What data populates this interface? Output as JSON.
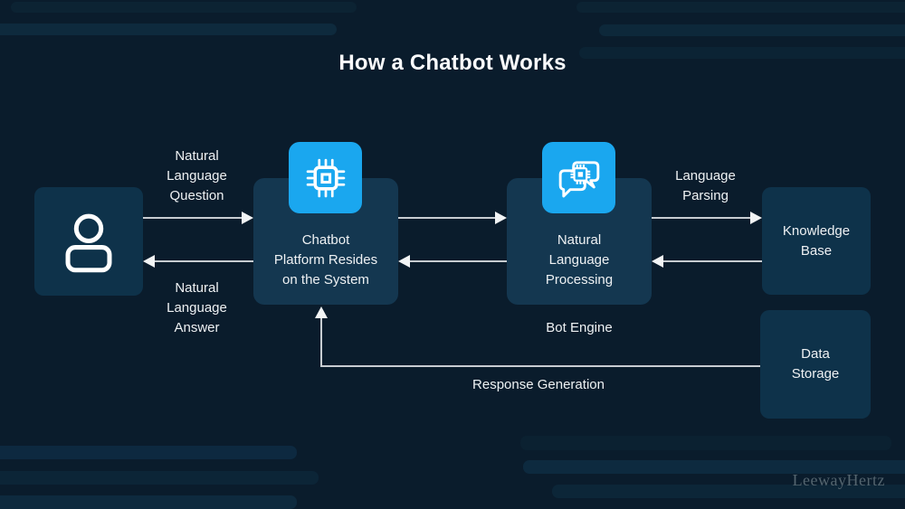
{
  "title": "How a Chatbot Works",
  "watermark": "LeewayHertz",
  "colors": {
    "background": "#0a1c2c",
    "node_fill_dark": "#0e324a",
    "node_fill_light": "#143750",
    "icon_accent": "#1aa7ef",
    "arrow_line": "#c7ccd1",
    "arrow_head": "#f2f4f5",
    "text": "#eef1f3",
    "watermark_color": "#54656f"
  },
  "nodes": {
    "user": {
      "icon": "person-icon"
    },
    "platform": {
      "icon": "chip-icon",
      "label": "Chatbot\nPlatform Resides\non the System"
    },
    "nlp": {
      "icon": "chat-chip-icon",
      "label": "Natural\nLanguage\nProcessing"
    },
    "knowledge_base": {
      "label": "Knowledge\nBase"
    },
    "data_storage": {
      "label": "Data\nStorage"
    }
  },
  "edges": {
    "nl_question": "Natural\nLanguage\nQuestion",
    "nl_answer": "Natural\nLanguage\nAnswer",
    "language_parsing": "Language\nParsing",
    "bot_engine": "Bot Engine",
    "response_generation": "Response Generation"
  }
}
